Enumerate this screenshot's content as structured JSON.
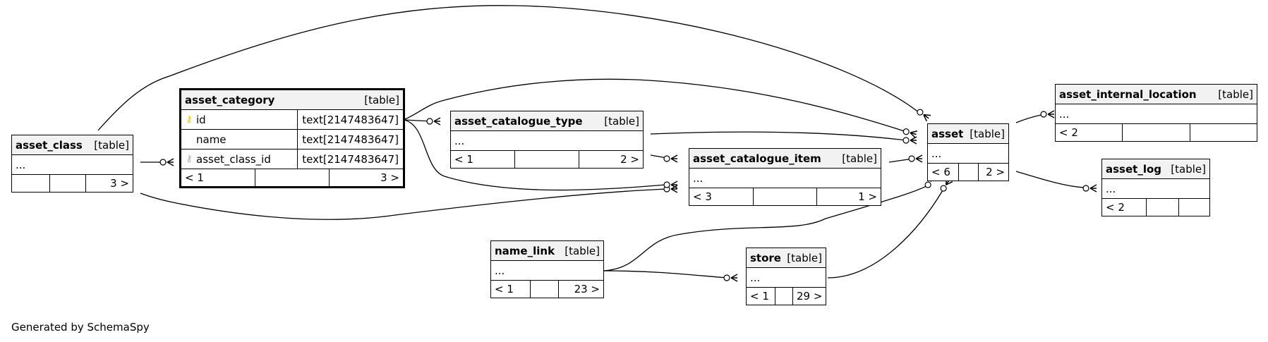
{
  "footer": "Generated by SchemaSpy",
  "type_tag": "[table]",
  "ellipsis": "...",
  "tables": {
    "asset_class": {
      "name": "asset_class",
      "footer": [
        "",
        "",
        "3 >"
      ]
    },
    "asset_category": {
      "name": "asset_category",
      "columns": [
        {
          "name": "id",
          "type": "text[2147483647]",
          "key": "primary"
        },
        {
          "name": "name",
          "type": "text[2147483647]",
          "key": ""
        },
        {
          "name": "asset_class_id",
          "type": "text[2147483647]",
          "key": "foreign"
        }
      ],
      "footer": [
        "< 1",
        "",
        "3 >"
      ]
    },
    "asset_catalogue_type": {
      "name": "asset_catalogue_type",
      "footer": [
        "< 1",
        "",
        "2 >"
      ]
    },
    "asset_catalogue_item": {
      "name": "asset_catalogue_item",
      "footer": [
        "< 3",
        "",
        "1 >"
      ]
    },
    "asset": {
      "name": "asset",
      "footer": [
        "< 6",
        "",
        "2 >"
      ]
    },
    "asset_internal_location": {
      "name": "asset_internal_location",
      "footer": [
        "< 2",
        "",
        ""
      ]
    },
    "asset_log": {
      "name": "asset_log",
      "footer": [
        "< 2",
        "",
        ""
      ]
    },
    "name_link": {
      "name": "name_link",
      "footer": [
        "< 1",
        "",
        "23 >"
      ]
    },
    "store": {
      "name": "store",
      "footer": [
        "< 1",
        "",
        "29 >"
      ]
    }
  },
  "relationships": [
    {
      "from": "asset_class",
      "to": "asset_category"
    },
    {
      "from": "asset_class",
      "to": "asset"
    },
    {
      "from": "asset_class",
      "to": "asset_catalogue_item"
    },
    {
      "from": "asset_category",
      "to": "asset_catalogue_type"
    },
    {
      "from": "asset_category",
      "to": "asset"
    },
    {
      "from": "asset_category",
      "to": "asset_catalogue_item"
    },
    {
      "from": "asset_catalogue_type",
      "to": "asset"
    },
    {
      "from": "asset_catalogue_type",
      "to": "asset_catalogue_item"
    },
    {
      "from": "asset_catalogue_item",
      "to": "asset"
    },
    {
      "from": "asset",
      "to": "asset_internal_location"
    },
    {
      "from": "asset",
      "to": "asset_log"
    },
    {
      "from": "name_link",
      "to": "asset"
    },
    {
      "from": "name_link",
      "to": "store"
    },
    {
      "from": "store",
      "to": "asset"
    }
  ]
}
